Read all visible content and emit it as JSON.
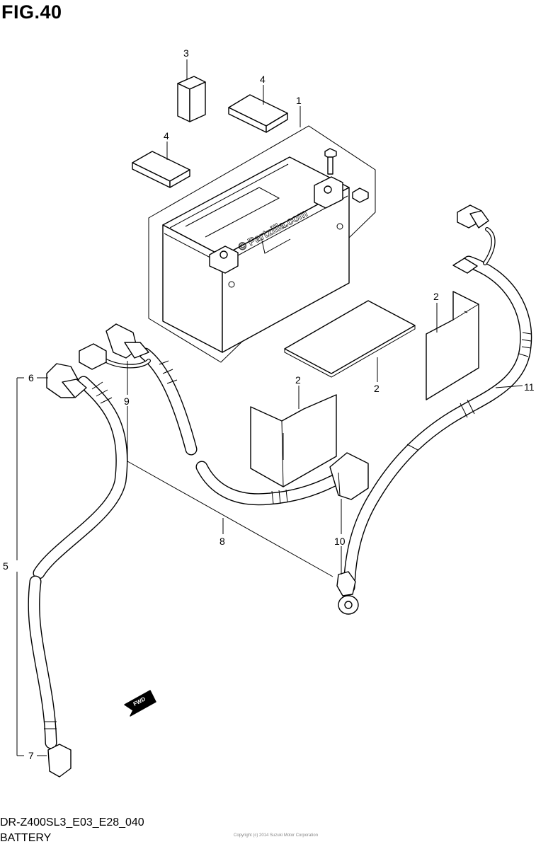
{
  "figure": {
    "title": "FIG.40",
    "model_code": "DR-Z400SL3_E03_E28_040",
    "caption": "BATTERY",
    "watermark": "© Partzilla.com",
    "copyright_line": "Copyright (c) 2014 Suzuki Motor Corporation"
  },
  "callouts": {
    "c1": "1",
    "c2a": "2",
    "c2b": "2",
    "c2c": "2",
    "c3": "3",
    "c4a": "4",
    "c4b": "4",
    "c5": "5",
    "c6": "6",
    "c7": "7",
    "c8": "8",
    "c9": "9",
    "c10": "10",
    "c11": "11"
  },
  "fwd_label": "FWD"
}
